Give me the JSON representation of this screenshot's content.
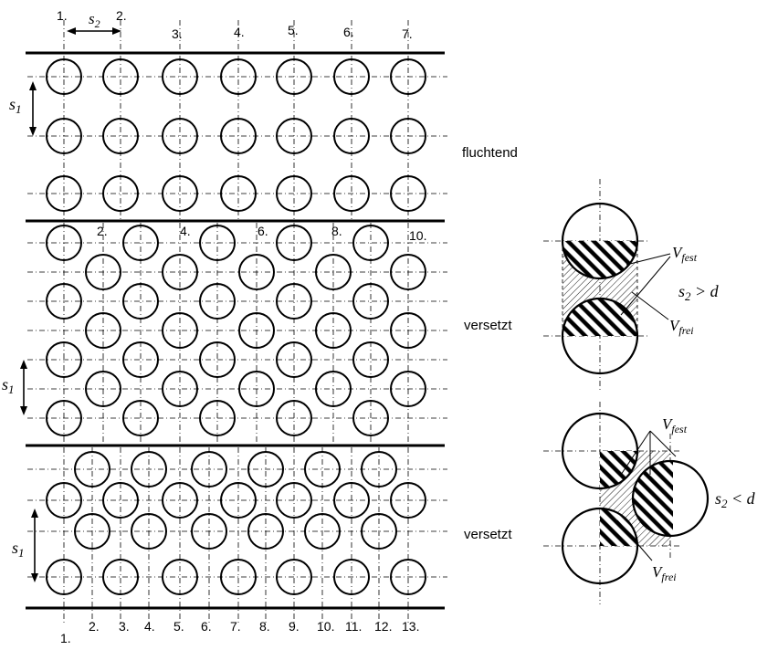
{
  "top_numbers": [
    "1.",
    "2.",
    "3.",
    "4.",
    "5.",
    "6.",
    "7."
  ],
  "middle_numbers": [
    "2.",
    "4.",
    "6.",
    "8.",
    "10."
  ],
  "bottom_numbers": [
    "1.",
    "2.",
    "3.",
    "4.",
    "5.",
    "6.",
    "7.",
    "8.",
    "9.",
    "10.",
    "11.",
    "12.",
    "13."
  ],
  "labels": {
    "inline": "fluchtend",
    "staggered_1": "versetzt",
    "staggered_2": "versetzt"
  },
  "symbols": {
    "s": "s",
    "sub1": "1",
    "sub2": "2",
    "V": "V",
    "fest": "fest",
    "frei": "frei",
    "cond_gt": " > d",
    "cond_lt": " < d"
  }
}
